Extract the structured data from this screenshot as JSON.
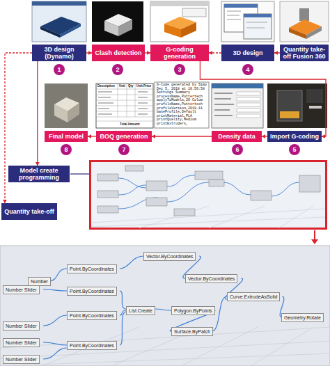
{
  "diagram": {
    "nodes": [
      {
        "text": [
          "3D design (Dynamo)"
        ]
      },
      {
        "text": [
          "1"
        ]
      },
      {
        "text": [
          "Clash detection"
        ]
      },
      {
        "text": [
          "2"
        ]
      },
      {
        "text": [
          "G-coding generation"
        ]
      },
      {
        "text": [
          "3"
        ]
      },
      {
        "text": [
          "3D design"
        ]
      },
      {
        "text": [
          "4"
        ]
      },
      {
        "text": [
          "Quantity take-off Fusion 360"
        ]
      },
      {
        "text": [
          "Final model"
        ]
      },
      {
        "text": [
          "8"
        ]
      },
      {
        "text": [
          "BOQ generation"
        ]
      },
      {
        "text": [
          "7"
        ]
      },
      {
        "text": [
          "Density data"
        ]
      },
      {
        "text": [
          "6"
        ]
      },
      {
        "text": [
          "Import G-coding"
        ]
      },
      {
        "text": [
          "5"
        ]
      },
      {
        "text": [
          "Model create programming"
        ]
      },
      {
        "text": [
          "Quantity take-off"
        ]
      }
    ],
    "edges": [
      {
        "from": 0,
        "to": 2,
        "arrow": "to"
      },
      {
        "from": 2,
        "to": 4,
        "arrow": "to"
      },
      {
        "from": 6,
        "to": 4,
        "arrow": "to"
      },
      {
        "from": 8,
        "to": 6,
        "arrow": "to"
      },
      {
        "from": 4,
        "to": 15,
        "arrow": "to"
      },
      {
        "from": 15,
        "to": 13,
        "arrow": "to"
      },
      {
        "from": 13,
        "to": 11,
        "arrow": "to"
      },
      {
        "from": 11,
        "to": 9,
        "arrow": "to"
      },
      {
        "from": 0,
        "to": 17,
        "arrow": "to"
      },
      {
        "from": 0,
        "to": 18,
        "arrow": "to"
      }
    ],
    "labels": [
      "G-Code generated by Simp",
      "Dec 5, 2018 at 10:56:58",
      "Settings Summary",
      "processName,Pottertech",
      "applyToModels,20 Colum",
      "profileName,Pottertech",
      "profileVersion,2018-11",
      "baseProfile,Default",
      "printMaterial,PLA",
      "printQuality,Medium",
      "printExtruders,",
      "Description",
      "Unit",
      "Qty",
      "Unit Price",
      "Total Amount",
      "Number",
      "Number Slider",
      "Number Slider",
      "Number Slider",
      "Number Slider",
      "Point.ByCoordinates",
      "Point.ByCoordinates",
      "Point.ByCoordinates",
      "Point.ByCoordinates",
      "Vector.ByCoordinates",
      "Vector.ByCoordinates",
      "List.Create",
      "Polygon.ByPoints",
      "Surface.ByPatch",
      "Curve.ExtrudeAsSolid",
      "Geometry.Rotate"
    ]
  }
}
